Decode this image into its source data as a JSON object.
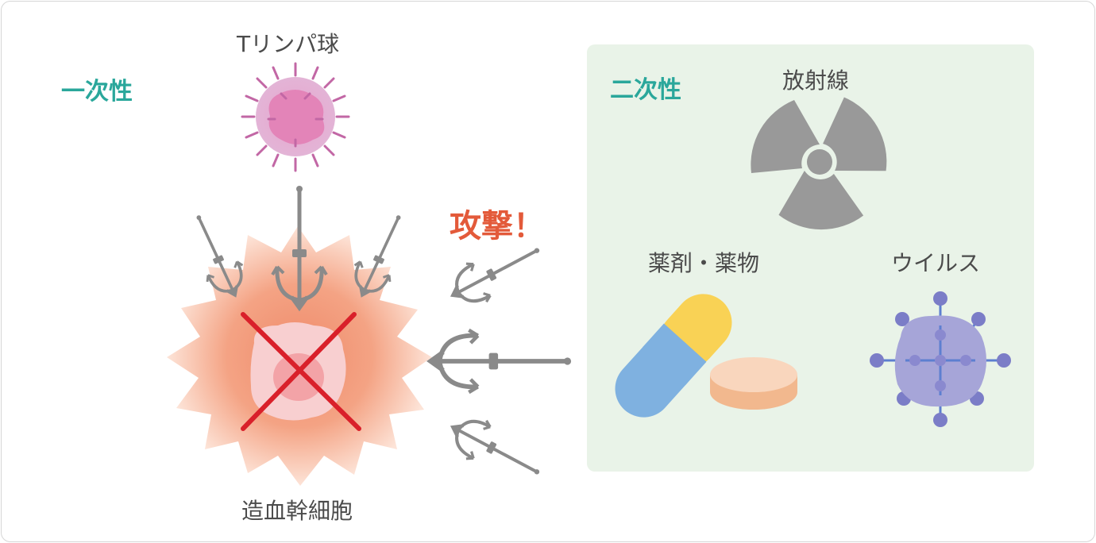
{
  "primary": {
    "label": "一次性"
  },
  "secondary": {
    "label": "二次性"
  },
  "t_cell": {
    "label": "Tリンパ球"
  },
  "stem_cell": {
    "label": "造血幹細胞"
  },
  "attack": {
    "label": "攻撃！"
  },
  "causes": {
    "radiation": {
      "label": "放射線",
      "icon": "radiation-icon"
    },
    "drugs": {
      "label": "薬剤・薬物",
      "icon": "pill-icon"
    },
    "virus": {
      "label": "ウイルス",
      "icon": "virus-icon"
    }
  },
  "colors": {
    "teal": "#2aa79b",
    "attack_red": "#e35a3a",
    "panel_green": "#e9f3e8",
    "trident_gray": "#8a8a8a",
    "cross_red": "#d9202a"
  }
}
